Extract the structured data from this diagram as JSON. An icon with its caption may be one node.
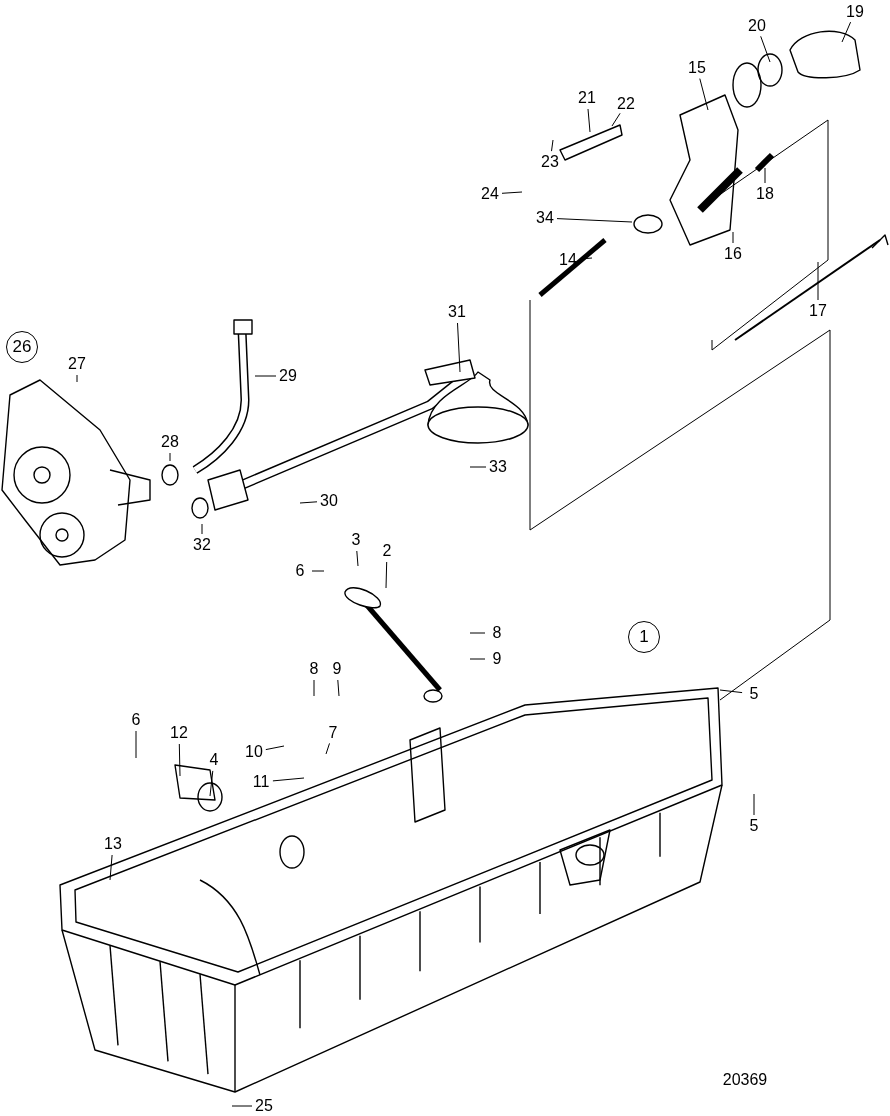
{
  "diagram": {
    "nodes": [
      {
        "text": [
          "19"
        ]
      },
      {
        "text": [
          "20"
        ]
      },
      {
        "text": [
          "15"
        ]
      },
      {
        "text": [
          "21"
        ]
      },
      {
        "text": [
          "22"
        ]
      },
      {
        "text": [
          "23"
        ]
      },
      {
        "text": [
          "18"
        ]
      },
      {
        "text": [
          "24"
        ]
      },
      {
        "text": [
          "34"
        ]
      },
      {
        "text": [
          "16"
        ]
      },
      {
        "text": [
          "14"
        ]
      },
      {
        "text": [
          "31"
        ]
      },
      {
        "text": [
          "17"
        ]
      },
      {
        "text": [
          "26"
        ]
      },
      {
        "text": [
          "27"
        ]
      },
      {
        "text": [
          "29"
        ]
      },
      {
        "text": [
          "28"
        ]
      },
      {
        "text": [
          "33"
        ]
      },
      {
        "text": [
          "30"
        ]
      },
      {
        "text": [
          "32"
        ]
      },
      {
        "text": [
          "3"
        ]
      },
      {
        "text": [
          "2"
        ]
      },
      {
        "text": [
          "6"
        ]
      },
      {
        "text": [
          "8"
        ]
      },
      {
        "text": [
          "1"
        ]
      },
      {
        "text": [
          "9"
        ]
      },
      {
        "text": [
          "8"
        ]
      },
      {
        "text": [
          "9"
        ]
      },
      {
        "text": [
          "5"
        ]
      },
      {
        "text": [
          "6"
        ]
      },
      {
        "text": [
          "12"
        ]
      },
      {
        "text": [
          "7"
        ]
      },
      {
        "text": [
          "10"
        ]
      },
      {
        "text": [
          "4"
        ]
      },
      {
        "text": [
          "11"
        ]
      },
      {
        "text": [
          "5"
        ]
      },
      {
        "text": [
          "13"
        ]
      },
      {
        "text": [
          "25"
        ]
      }
    ],
    "edges": [
      {
        "from": 0,
        "to": null,
        "arrow": "none"
      },
      {
        "from": 1,
        "to": null,
        "arrow": "none"
      },
      {
        "from": 2,
        "to": null,
        "arrow": "none"
      },
      {
        "from": 3,
        "to": null,
        "arrow": "none"
      },
      {
        "from": 4,
        "to": null,
        "arrow": "none"
      },
      {
        "from": 5,
        "to": null,
        "arrow": "none"
      },
      {
        "from": 6,
        "to": null,
        "arrow": "none"
      },
      {
        "from": 7,
        "to": null,
        "arrow": "none"
      },
      {
        "from": 8,
        "to": null,
        "arrow": "none"
      },
      {
        "from": 9,
        "to": null,
        "arrow": "none"
      },
      {
        "from": 10,
        "to": null,
        "arrow": "none"
      },
      {
        "from": 11,
        "to": null,
        "arrow": "none"
      },
      {
        "from": 12,
        "to": null,
        "arrow": "none"
      },
      {
        "from": 14,
        "to": null,
        "arrow": "none"
      },
      {
        "from": 15,
        "to": null,
        "arrow": "none"
      },
      {
        "from": 16,
        "to": null,
        "arrow": "none"
      },
      {
        "from": 17,
        "to": null,
        "arrow": "none"
      },
      {
        "from": 18,
        "to": null,
        "arrow": "none"
      },
      {
        "from": 19,
        "to": null,
        "arrow": "none"
      },
      {
        "from": 20,
        "to": null,
        "arrow": "none"
      },
      {
        "from": 21,
        "to": null,
        "arrow": "none"
      },
      {
        "from": 22,
        "to": null,
        "arrow": "none"
      },
      {
        "from": 23,
        "to": null,
        "arrow": "none"
      },
      {
        "from": 25,
        "to": null,
        "arrow": "none"
      },
      {
        "from": 26,
        "to": null,
        "arrow": "none"
      },
      {
        "from": 27,
        "to": null,
        "arrow": "none"
      },
      {
        "from": 28,
        "to": null,
        "arrow": "none"
      },
      {
        "from": 29,
        "to": null,
        "arrow": "none"
      },
      {
        "from": 30,
        "to": null,
        "arrow": "none"
      },
      {
        "from": 31,
        "to": null,
        "arrow": "none"
      },
      {
        "from": 32,
        "to": null,
        "arrow": "none"
      },
      {
        "from": 33,
        "to": null,
        "arrow": "none"
      },
      {
        "from": 34,
        "to": null,
        "arrow": "none"
      },
      {
        "from": 35,
        "to": null,
        "arrow": "none"
      },
      {
        "from": 36,
        "to": null,
        "arrow": "none"
      },
      {
        "from": 37,
        "to": null,
        "arrow": "none"
      }
    ],
    "labels": [
      "20369"
    ]
  }
}
